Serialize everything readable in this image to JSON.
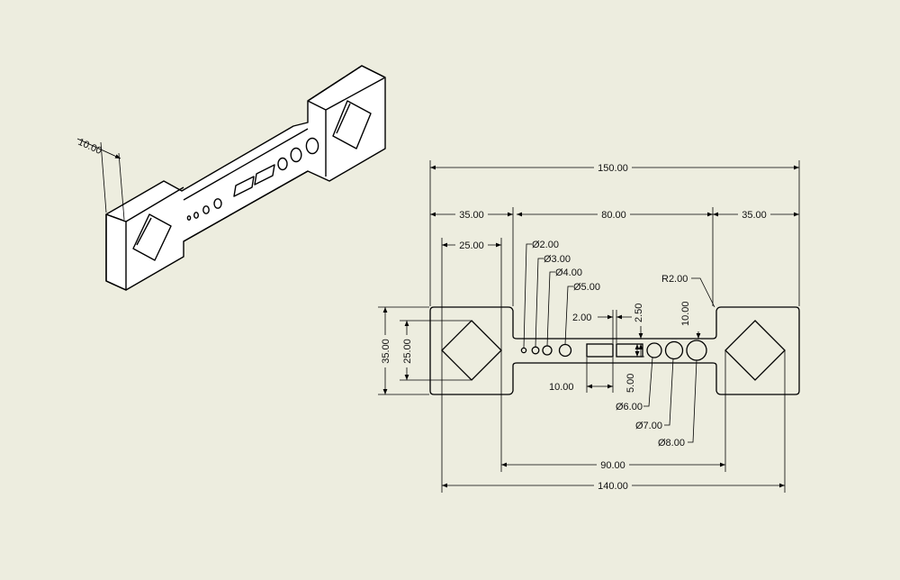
{
  "colors": {
    "background": "#ededdf",
    "line": "#000000"
  },
  "isometric": {
    "dim_depth": "10.00"
  },
  "dims": {
    "overall_length": "150.00",
    "left_end": "35.00",
    "middle": "80.00",
    "right_end": "35.00",
    "square_span": "25.00",
    "hole_d2": "Ø2.00",
    "hole_d3": "Ø3.00",
    "hole_d4": "Ø4.00",
    "hole_d5": "Ø5.00",
    "slot_gap": "2.00",
    "slot_offset": "2.50",
    "corner_radius": "R2.00",
    "boss_height": "10.00",
    "height_outer": "35.00",
    "height_inner": "25.00",
    "slot_width": "10.00",
    "slot_height": "5.00",
    "hole_d6": "Ø6.00",
    "hole_d7": "Ø7.00",
    "hole_d8": "Ø8.00",
    "span_90": "90.00",
    "span_140": "140.00"
  }
}
